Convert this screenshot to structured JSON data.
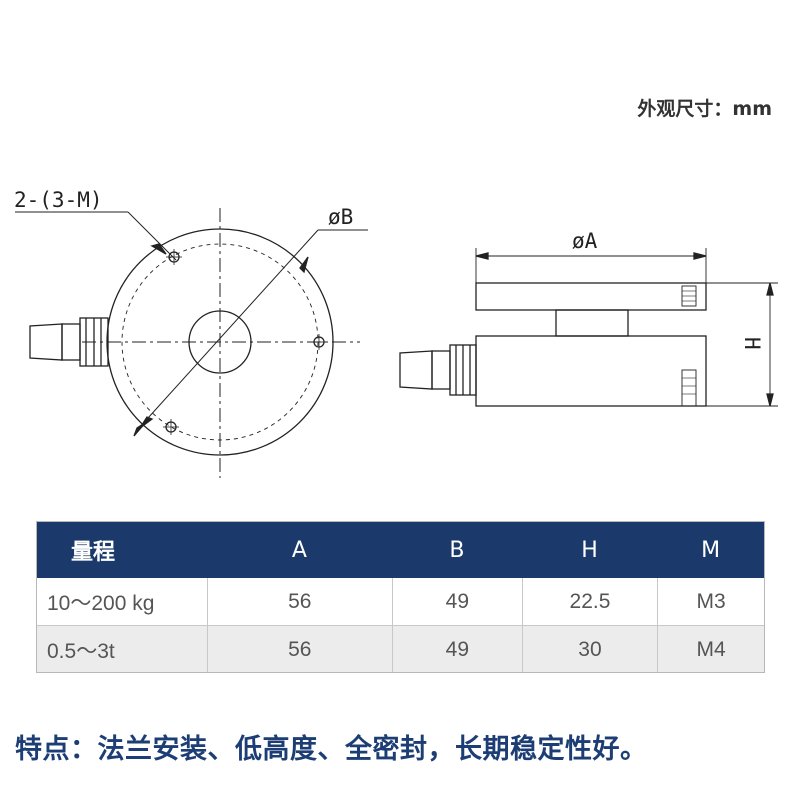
{
  "header": {
    "unit_label": "外观尺寸：mm"
  },
  "drawing": {
    "labels": {
      "thread_note": "2-(3-M)",
      "dia_b": "øB",
      "dia_a": "øA",
      "height": "H"
    }
  },
  "table": {
    "headers": [
      "量程",
      "A",
      "B",
      "H",
      "M"
    ],
    "rows": [
      [
        "10～200 kg",
        "56",
        "49",
        "22.5",
        "M3"
      ],
      [
        "0.5～3t",
        "56",
        "49",
        "30",
        "M4"
      ]
    ]
  },
  "footer": {
    "features": "特点：法兰安装、低高度、全密封，长期稳定性好。"
  },
  "colors": {
    "header_bg": "#1b3a6b",
    "feature_text": "#1d3e75",
    "alt_row": "#ececec"
  }
}
